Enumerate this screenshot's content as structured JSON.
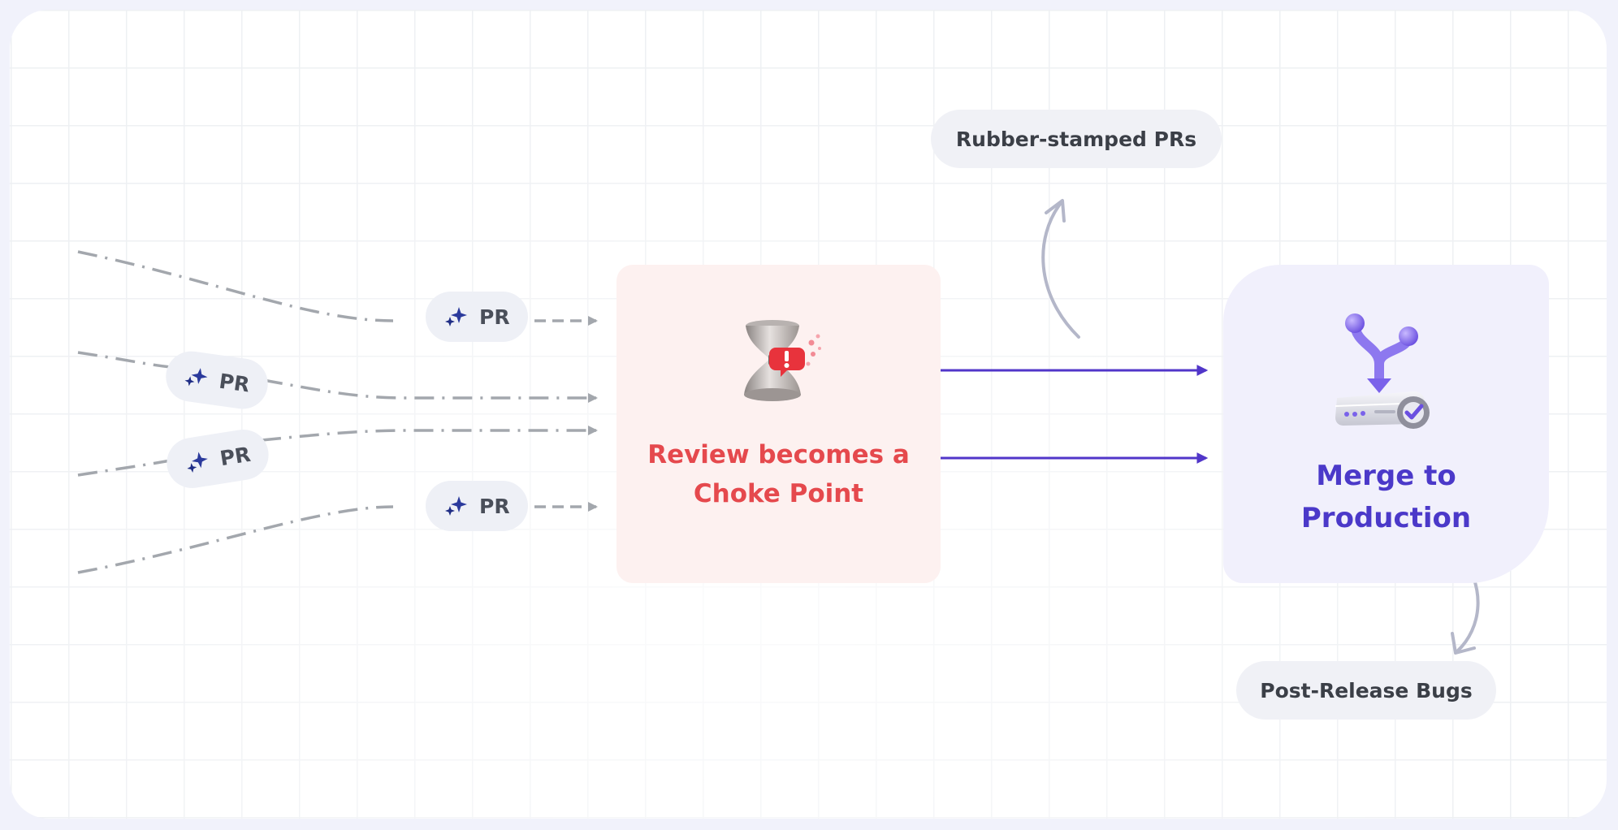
{
  "pr_label": "PR",
  "choke": {
    "line1": "Review becomes a",
    "line2": "Choke Point",
    "icon": "hourglass-alert-icon"
  },
  "merge": {
    "line1": "Merge to",
    "line2": "Production",
    "icon": "merge-server-icon"
  },
  "rubber_stamped": "Rubber-stamped PRs",
  "post_release": "Post-Release Bugs",
  "colors": {
    "choke_text": "#e5494d",
    "merge_text": "#4b39c9",
    "arrow": "#5136c9",
    "dashed": "#a3a7ad",
    "curve_arrow": "#b4b7c9"
  }
}
